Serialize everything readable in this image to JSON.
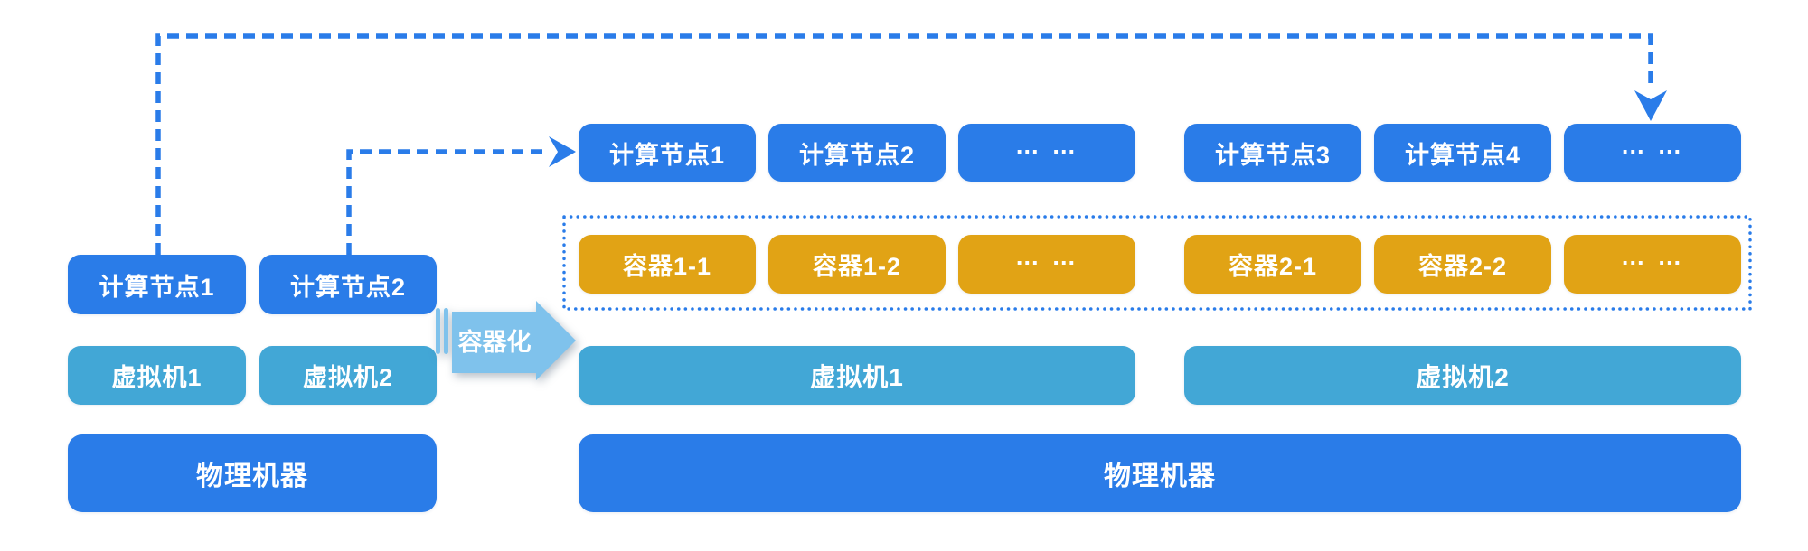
{
  "colors": {
    "node_blue": "#2A7CE8",
    "vm_teal": "#42A7D6",
    "container_orange": "#E1A315",
    "transform_arrow_blue": "#7FC2EC",
    "connector_blue": "#2A7CE9",
    "text_white": "#ffffff"
  },
  "before": {
    "compute_nodes": [
      "计算节点1",
      "计算节点2"
    ],
    "vms": [
      "虚拟机1",
      "虚拟机2"
    ],
    "physical_machine": "物理机器"
  },
  "transform": {
    "arrow_label": "容器化"
  },
  "after": {
    "compute_nodes": [
      "计算节点1",
      "计算节点2",
      "… …",
      "计算节点3",
      "计算节点4",
      "… …"
    ],
    "containers": [
      "容器1-1",
      "容器1-2",
      "… …",
      "容器2-1",
      "容器2-2",
      "… …"
    ],
    "vms": [
      "虚拟机1",
      "虚拟机2"
    ],
    "physical_machine": "物理机器"
  }
}
